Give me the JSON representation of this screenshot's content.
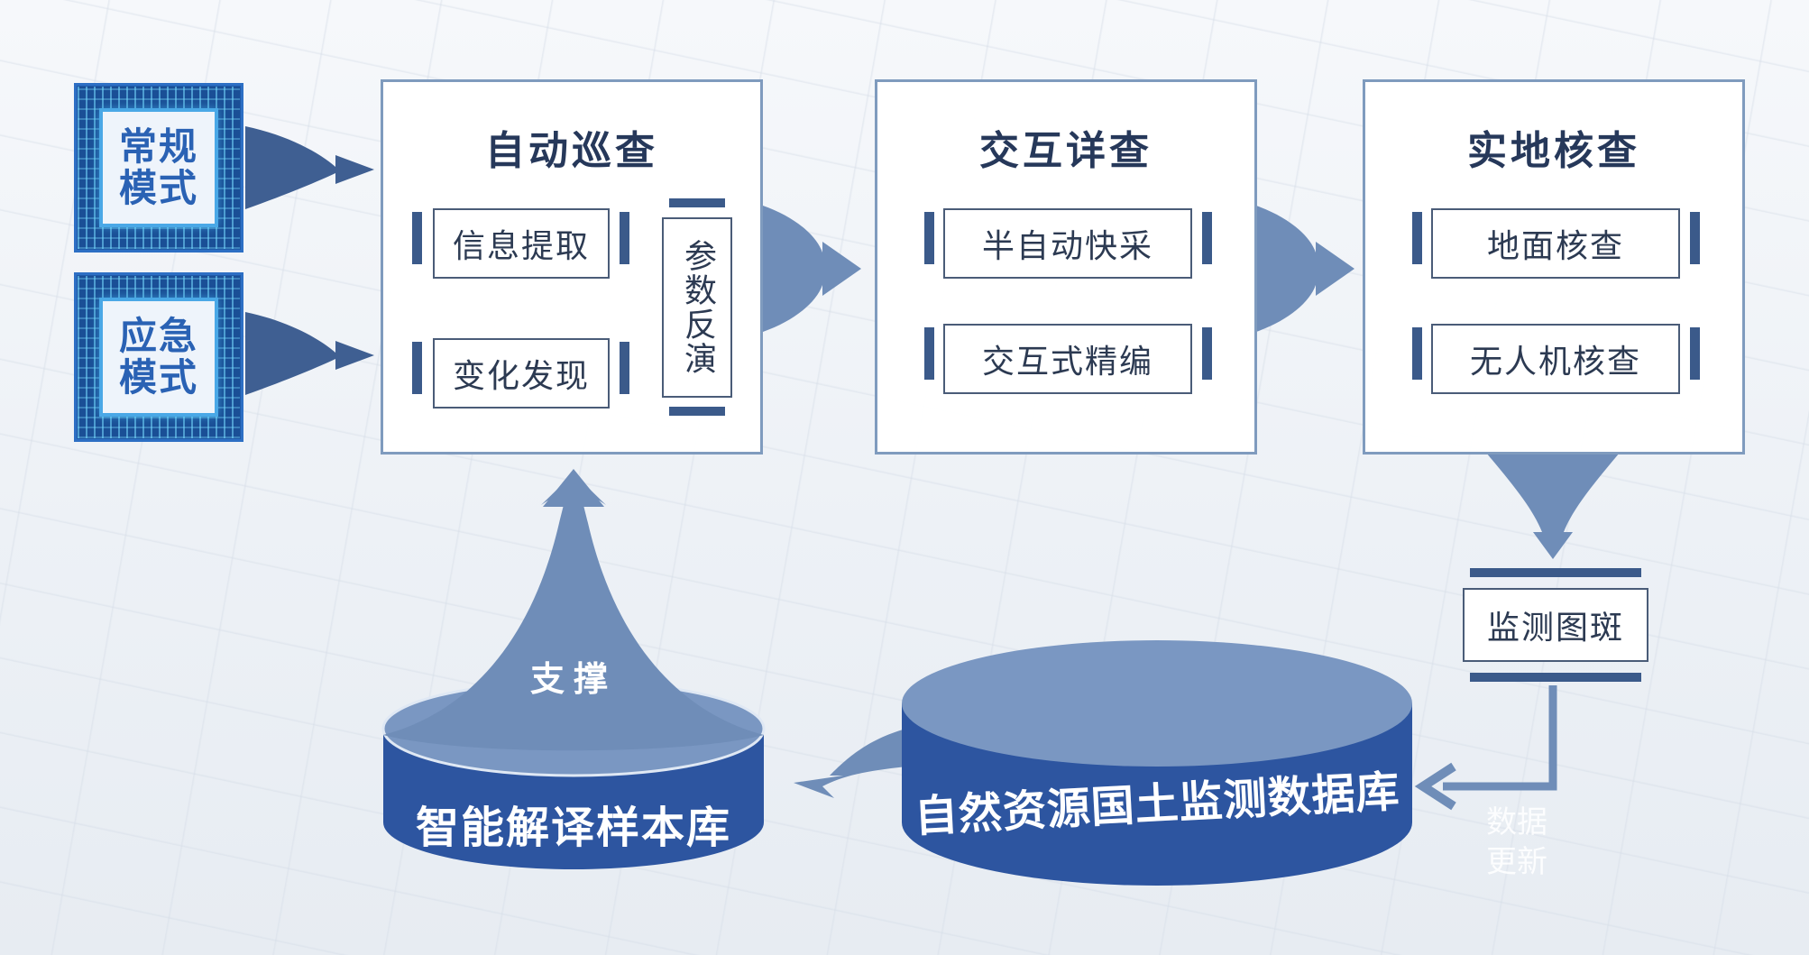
{
  "modes": [
    {
      "label": "常规模式"
    },
    {
      "label": "应急模式"
    }
  ],
  "stages": [
    {
      "title": "自动巡查",
      "items": [
        "信息提取",
        "变化发现"
      ],
      "side": "参数反演"
    },
    {
      "title": "交互详查",
      "items": [
        "半自动快采",
        "交互式精编"
      ]
    },
    {
      "title": "实地核查",
      "items": [
        "地面核查",
        "无人机核查"
      ]
    }
  ],
  "output": {
    "label": "监测图斑"
  },
  "databases": {
    "monitoring": "自然资源国土监测数据库",
    "samples": "智能解译样本库"
  },
  "annotations": {
    "support": "支撑",
    "update_line1": "数据",
    "update_line2": "更新"
  },
  "colors": {
    "arrow": "#6f8db8",
    "arrow_dark": "#3f5f92",
    "db_side": "#2d55a0",
    "db_top": "#7a97c2",
    "panel_border": "#7f9bbe"
  }
}
